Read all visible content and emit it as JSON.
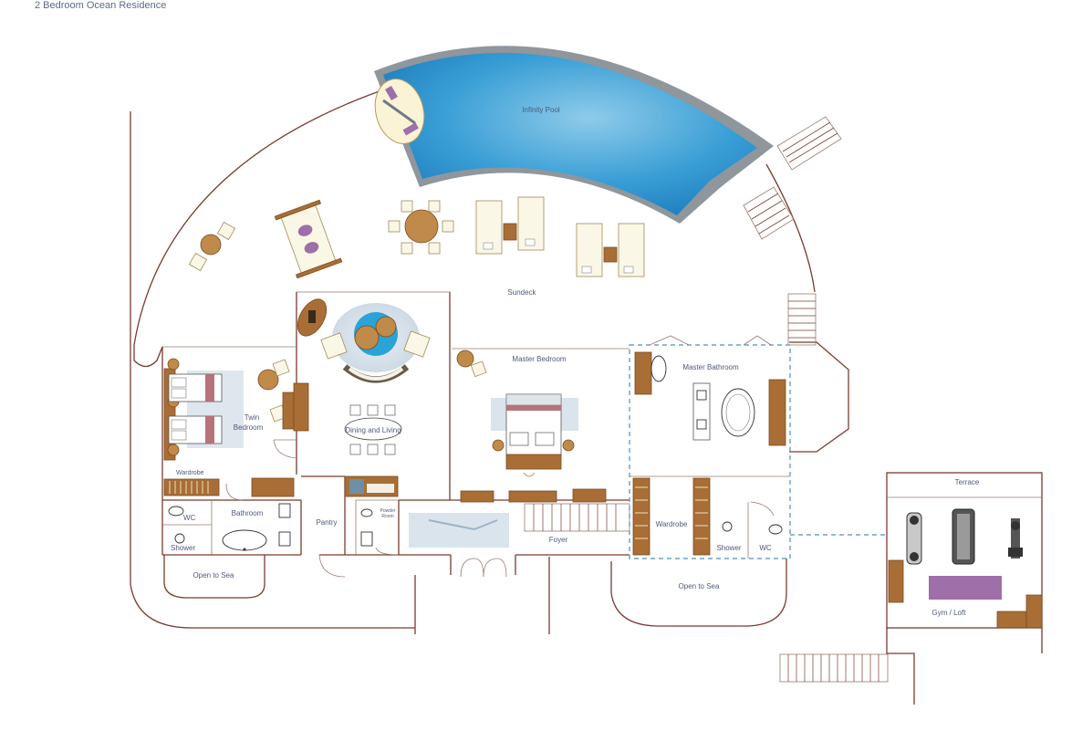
{
  "title": "2 Bedroom Ocean Residence",
  "rooms": {
    "infinity_pool": "Infinity Pool",
    "sundeck": "Sundeck",
    "master_bedroom": "Master Bedroom",
    "master_bathroom": "Master Bathroom",
    "twin_bedroom_line1": "Twin",
    "twin_bedroom_line2": "Bedroom",
    "dining_living": "Dining and Living",
    "wardrobe_left": "Wardrobe",
    "wc_left": "WC",
    "bathroom": "Bathroom",
    "shower_left": "Shower",
    "pantry": "Pantry",
    "powder_room_line1": "Powder",
    "powder_room_line2": "Room",
    "foyer": "Foyer",
    "wardrobe_right": "Wardrobe",
    "shower_right": "Shower",
    "wc_right": "WC",
    "open_to_sea_left": "Open to Sea",
    "open_to_sea_right": "Open to Sea",
    "terrace": "Terrace",
    "gym_loft": "Gym / Loft"
  },
  "colors": {
    "wall": "#7a3b2e",
    "pool_water": "#3a9fd6",
    "pool_edge": "#8f969c",
    "wood": "#a86e35",
    "accent_purple": "#9e6fa8",
    "dashed_outline": "#4a8fc4",
    "label": "#4d5a7a"
  }
}
